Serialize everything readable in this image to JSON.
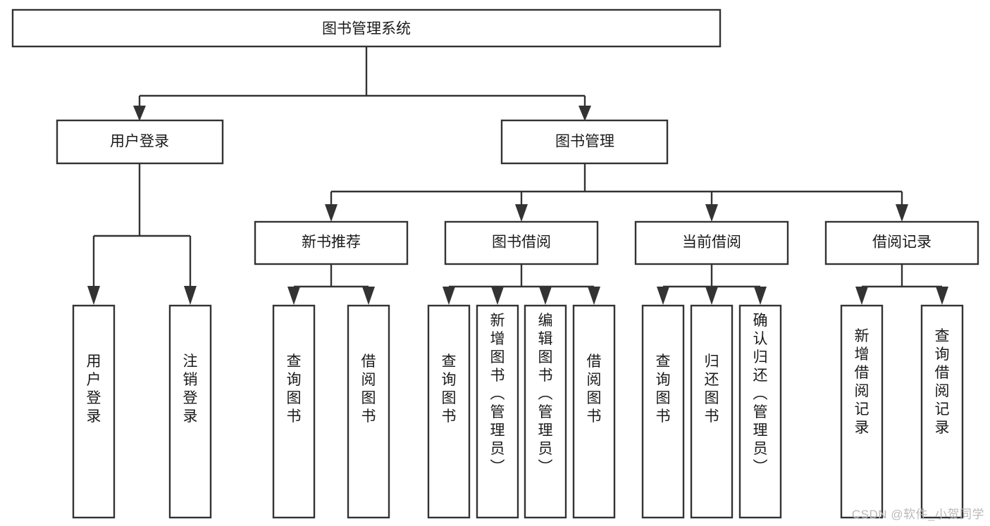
{
  "diagram": {
    "type": "tree-hierarchy",
    "title": "图书管理系统",
    "orientation": "top-down",
    "root": {
      "id": "root",
      "label": "图书管理系统",
      "text_direction": "horizontal"
    },
    "level2": [
      {
        "id": "user-login",
        "label": "用户登录",
        "text_direction": "horizontal"
      },
      {
        "id": "book-manage",
        "label": "图书管理",
        "text_direction": "horizontal"
      }
    ],
    "level3": [
      {
        "id": "new-book-rec",
        "label": "新书推荐",
        "parent": "book-manage",
        "text_direction": "horizontal"
      },
      {
        "id": "book-borrow",
        "label": "图书借阅",
        "parent": "book-manage",
        "text_direction": "horizontal"
      },
      {
        "id": "current-borrow",
        "label": "当前借阅",
        "parent": "book-manage",
        "text_direction": "horizontal"
      },
      {
        "id": "borrow-record",
        "label": "借阅记录",
        "parent": "book-manage",
        "text_direction": "horizontal"
      }
    ],
    "leaves": [
      {
        "id": "leaf-user-login",
        "label": "用户登录",
        "parent": "user-login",
        "text_direction": "vertical"
      },
      {
        "id": "leaf-logout",
        "label": "注销登录",
        "parent": "user-login",
        "text_direction": "vertical"
      },
      {
        "id": "leaf-query-book-1",
        "label": "查询图书",
        "parent": "new-book-rec",
        "text_direction": "vertical"
      },
      {
        "id": "leaf-borrow-book-1",
        "label": "借阅图书",
        "parent": "new-book-rec",
        "text_direction": "vertical"
      },
      {
        "id": "leaf-query-book-2",
        "label": "查询图书",
        "parent": "book-borrow",
        "text_direction": "vertical"
      },
      {
        "id": "leaf-add-book",
        "label": "新增图书（管理员）",
        "parent": "book-borrow",
        "text_direction": "vertical"
      },
      {
        "id": "leaf-edit-book",
        "label": "编辑图书（管理员）",
        "parent": "book-borrow",
        "text_direction": "vertical"
      },
      {
        "id": "leaf-borrow-book-2",
        "label": "借阅图书",
        "parent": "book-borrow",
        "text_direction": "vertical"
      },
      {
        "id": "leaf-query-book-3",
        "label": "查询图书",
        "parent": "current-borrow",
        "text_direction": "vertical"
      },
      {
        "id": "leaf-return-book",
        "label": "归还图书",
        "parent": "current-borrow",
        "text_direction": "vertical"
      },
      {
        "id": "leaf-confirm-return",
        "label": "确认归还（管理员）",
        "parent": "current-borrow",
        "text_direction": "vertical"
      },
      {
        "id": "leaf-add-record",
        "label": "新增借阅记录",
        "parent": "borrow-record",
        "text_direction": "vertical"
      },
      {
        "id": "leaf-query-record",
        "label": "查询借阅记录",
        "parent": "borrow-record",
        "text_direction": "vertical"
      }
    ],
    "colors": {
      "box_border": "#333333",
      "box_fill": "#ffffff",
      "connector": "#333333",
      "text": "#1a1a1a",
      "watermark": "#b9b9b9",
      "background": "#ffffff"
    }
  },
  "watermark": {
    "text": "CSDN @软件_小贺同学"
  }
}
